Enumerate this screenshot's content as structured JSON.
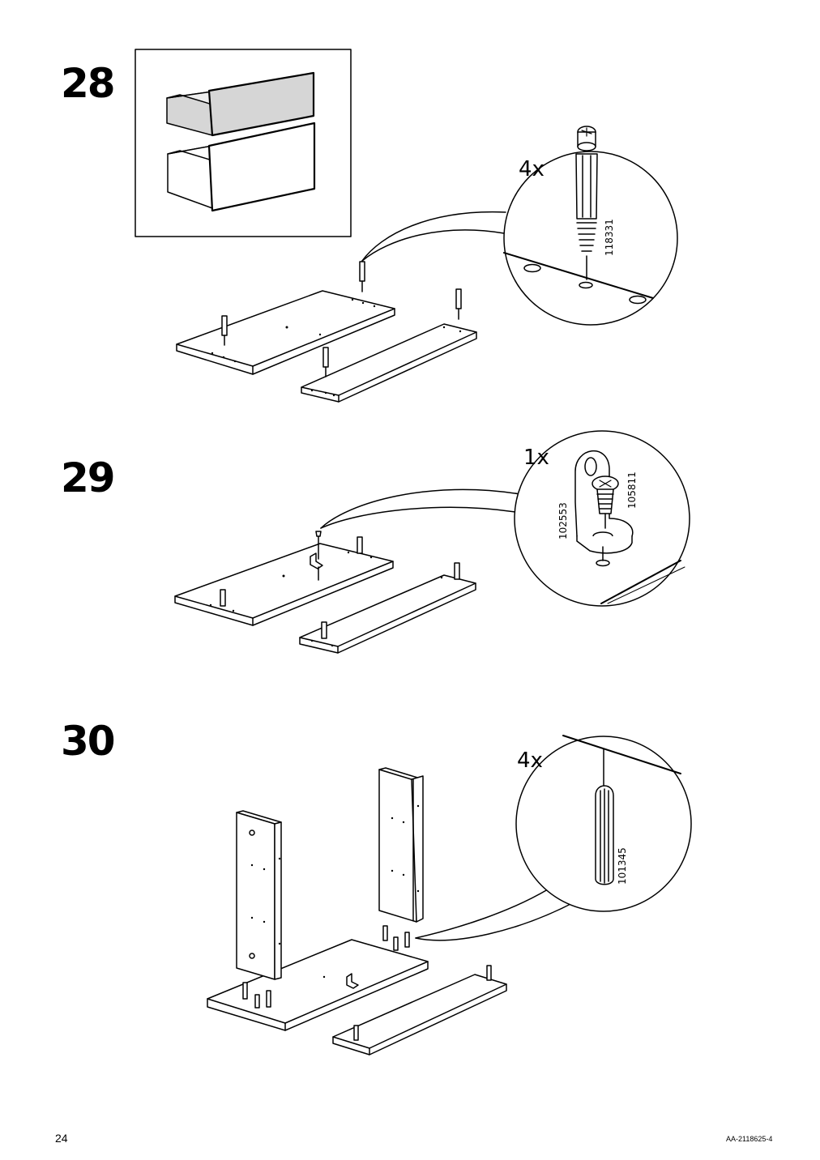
{
  "page_number": "24",
  "document_code": "AA-2118625-4",
  "steps": [
    {
      "number": "28",
      "quantity": "4x",
      "part_numbers": [
        "118331"
      ]
    },
    {
      "number": "29",
      "quantity": "1x",
      "part_numbers": [
        "102553",
        "105811"
      ]
    },
    {
      "number": "30",
      "quantity": "4x",
      "part_numbers": [
        "101345"
      ]
    }
  ],
  "colors": {
    "line": "#000000",
    "panel_fill": "#ffffff",
    "shaded_fill": "#d6d6d6"
  }
}
